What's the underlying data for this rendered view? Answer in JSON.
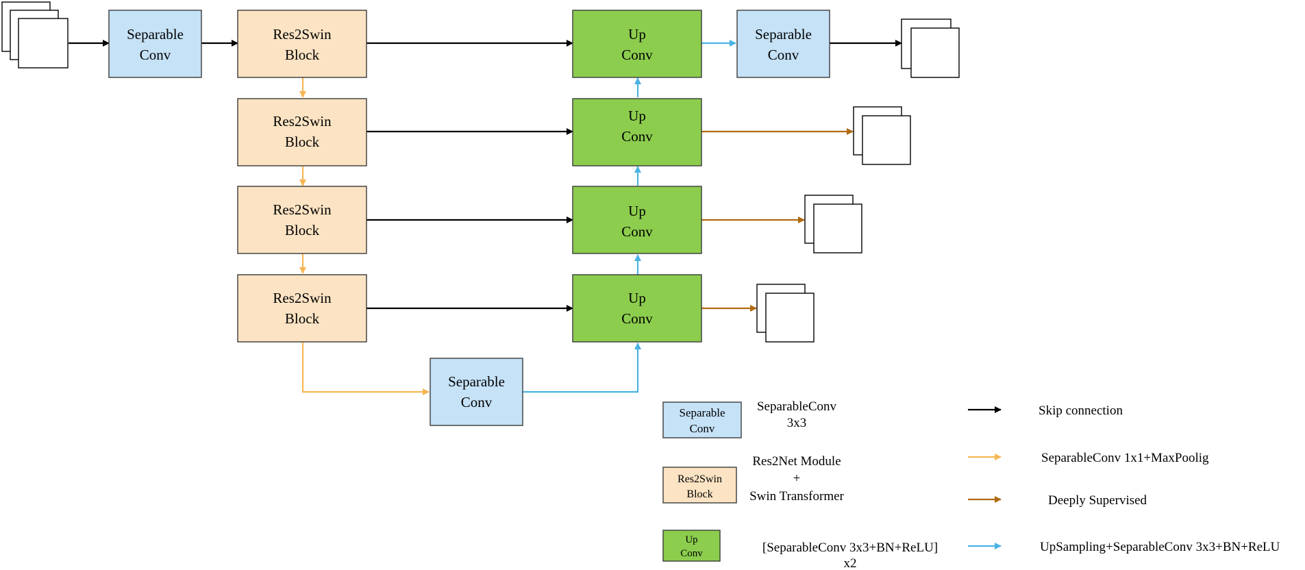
{
  "colors": {
    "separable_fill": "#c5e2f7",
    "res2swin_fill": "#fbe3c3",
    "upconv_fill": "#8ccd4e",
    "box_stroke": "#3a3a3a",
    "skip_arrow": "#000000",
    "maxpool_arrow": "#f7b653",
    "deep_supervised_arrow": "#b06a12",
    "upsampling_arrow": "#4ab2e3"
  },
  "blocks": {
    "separable_label": [
      "Separable",
      "Conv"
    ],
    "res2swin_label": [
      "Res2Swin",
      "Block"
    ],
    "upconv_label": [
      "Up",
      "Conv"
    ]
  },
  "legend": {
    "separable_desc": [
      "SeparableConv",
      "3x3"
    ],
    "res2swin_desc": [
      "Res2Net Module",
      "+",
      "Swin Transformer"
    ],
    "upconv_desc": [
      "[SeparableConv 3x3+BN+ReLU]",
      "x2"
    ],
    "skip_label": "Skip connection",
    "maxpool_label": "SeparableConv 1x1+MaxPoolig",
    "deep_supervised_label": "Deeply Supervised",
    "upsampling_label": "UpSampling+SeparableConv 3x3+BN+ReLU"
  }
}
